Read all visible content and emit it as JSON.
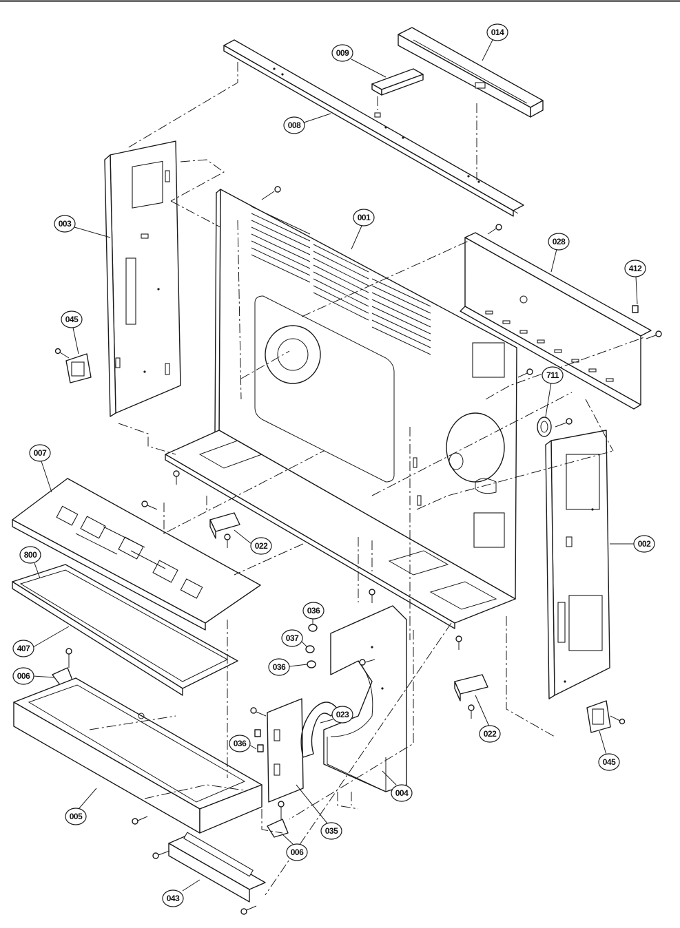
{
  "diagram": {
    "type": "exploded-parts-view",
    "callouts": [
      {
        "id": "c-014",
        "label": "014"
      },
      {
        "id": "c-009",
        "label": "009"
      },
      {
        "id": "c-008",
        "label": "008"
      },
      {
        "id": "c-003",
        "label": "003"
      },
      {
        "id": "c-001",
        "label": "001"
      },
      {
        "id": "c-028",
        "label": "028"
      },
      {
        "id": "c-412",
        "label": "412"
      },
      {
        "id": "c-045a",
        "label": "045"
      },
      {
        "id": "c-711",
        "label": "711"
      },
      {
        "id": "c-007",
        "label": "007"
      },
      {
        "id": "c-022a",
        "label": "022"
      },
      {
        "id": "c-002",
        "label": "002"
      },
      {
        "id": "c-800",
        "label": "800"
      },
      {
        "id": "c-407",
        "label": "407"
      },
      {
        "id": "c-036a",
        "label": "036"
      },
      {
        "id": "c-037",
        "label": "037"
      },
      {
        "id": "c-036b",
        "label": "036"
      },
      {
        "id": "c-006a",
        "label": "006"
      },
      {
        "id": "c-023",
        "label": "023"
      },
      {
        "id": "c-036c",
        "label": "036"
      },
      {
        "id": "c-022b",
        "label": "022"
      },
      {
        "id": "c-045b",
        "label": "045"
      },
      {
        "id": "c-005",
        "label": "005"
      },
      {
        "id": "c-004",
        "label": "004"
      },
      {
        "id": "c-035",
        "label": "035"
      },
      {
        "id": "c-006b",
        "label": "006"
      },
      {
        "id": "c-043",
        "label": "043"
      }
    ]
  }
}
